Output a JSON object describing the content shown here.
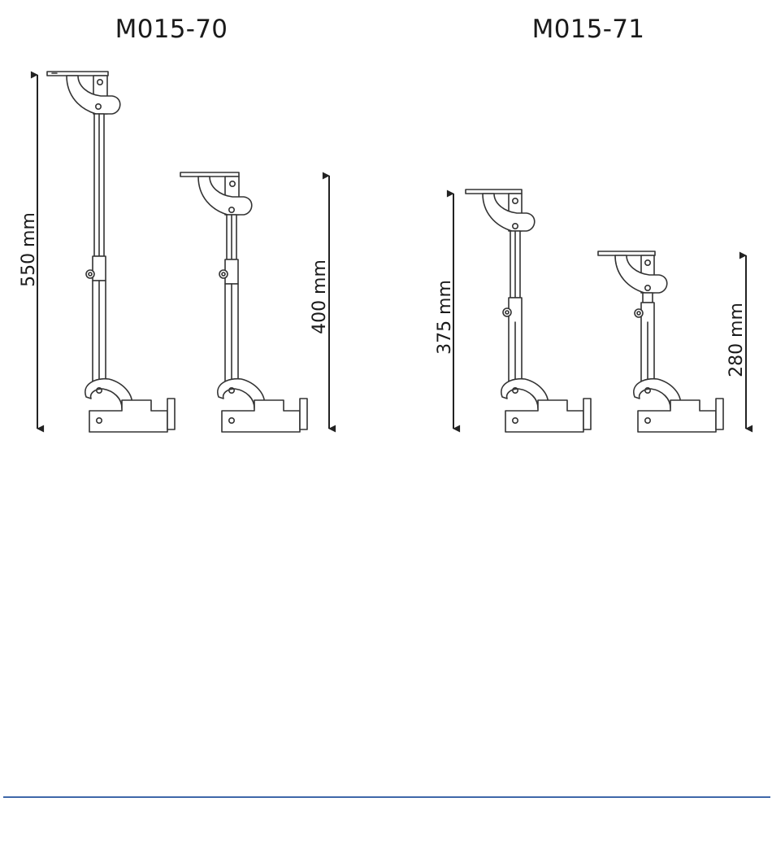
{
  "models": [
    {
      "title": "M015-70",
      "dimensions": [
        {
          "label": "550 mm",
          "value_mm": 550
        },
        {
          "label": "400 mm",
          "value_mm": 400
        }
      ]
    },
    {
      "title": "M015-71",
      "dimensions": [
        {
          "label": "375 mm",
          "value_mm": 375
        },
        {
          "label": "280 mm",
          "value_mm": 280
        }
      ]
    }
  ],
  "colors": {
    "drawing_line": "#333333",
    "rule": "#3f67a9"
  }
}
